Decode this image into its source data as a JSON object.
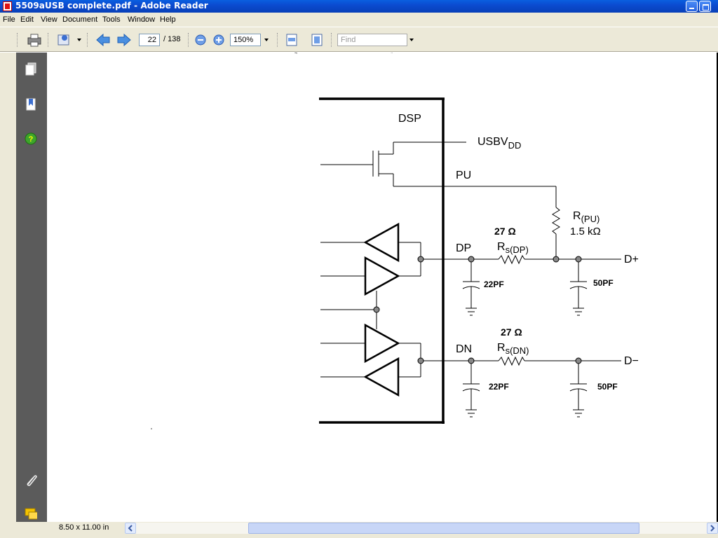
{
  "window": {
    "title": "5509aUSB complete.pdf - Adobe Reader"
  },
  "menu": [
    "File",
    "Edit",
    "View",
    "Document",
    "Tools",
    "Window",
    "Help"
  ],
  "toolbar": {
    "page_current": "22",
    "page_total": "/ 138",
    "zoom": "150%",
    "find_placeholder": "Find"
  },
  "status": {
    "page_size": "8.50 x 11.00 in"
  },
  "schematic": {
    "dsp_label": "DSP",
    "usbvdd": "USBV",
    "usbvdd_sub": "DD",
    "pu": "PU",
    "r_pu_main": "R",
    "r_pu_sub": "(PU)",
    "r_pu_value": "1.5 kΩ",
    "rs_dp_value": "27 Ω",
    "rs_dp_main": "R",
    "rs_dp_sub": "s(DP)",
    "rs_dn_value": "27 Ω",
    "rs_dn_main": "R",
    "rs_dn_sub": "s(DN)",
    "dp": "DP",
    "dn": "DN",
    "d_plus": "D+",
    "d_minus": "D−",
    "c_dp": "22PF",
    "c_dp_line": "50PF",
    "c_dn": "22PF",
    "c_dn_line": "50PF"
  }
}
